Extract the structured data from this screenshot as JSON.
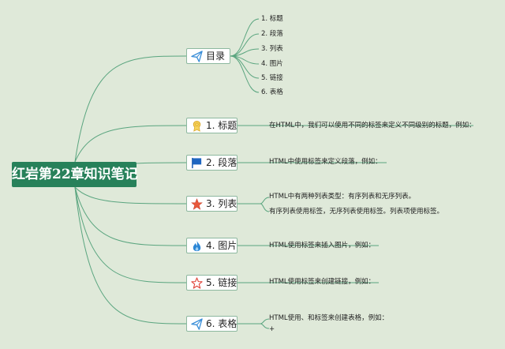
{
  "root": {
    "title": "红岩第22章知识笔记"
  },
  "branches": [
    {
      "label": "目录",
      "icon": "send-icon",
      "children": [
        "1. 标题",
        "2. 段落",
        "3. 列表",
        "4. 图片",
        "5. 链接",
        "6. 表格"
      ]
    },
    {
      "label": "1. 标题",
      "icon": "award-medal-icon",
      "notes": [
        "在HTML中，我们可以使用不同的标签来定义不同级别的标题，例如："
      ]
    },
    {
      "label": "2. 段落",
      "icon": "flag-icon",
      "notes": [
        "HTML中使用标签来定义段落，例如："
      ]
    },
    {
      "label": "3. 列表",
      "icon": "star-filled-icon",
      "notes": [
        "HTML中有两种列表类型：有序列表和无序列表。",
        "有序列表使用标签，无序列表使用标签。列表项使用标签。"
      ]
    },
    {
      "label": "4. 图片",
      "icon": "flame-icon",
      "notes": [
        "HTML使用标签来插入图片，例如："
      ]
    },
    {
      "label": "5. 链接",
      "icon": "star-outline-icon",
      "notes": [
        "HTML使用标签来创建链接，例如："
      ]
    },
    {
      "label": "6. 表格",
      "icon": "send-icon",
      "notes": [
        "HTML使用、和标签来创建表格，例如：",
        "+"
      ]
    }
  ],
  "colors": {
    "background": "#dfe9d9",
    "root": "#27815a",
    "line": "#5aa57f",
    "node_border": "#8db89f"
  }
}
